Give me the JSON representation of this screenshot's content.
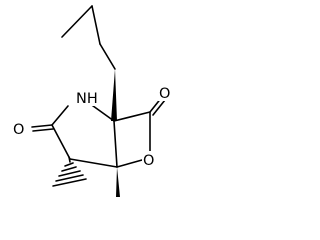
{
  "structure": {
    "atoms": {
      "nh": "NH",
      "o_ring": "O",
      "o_amide": "O",
      "o_lactone": "O"
    }
  }
}
